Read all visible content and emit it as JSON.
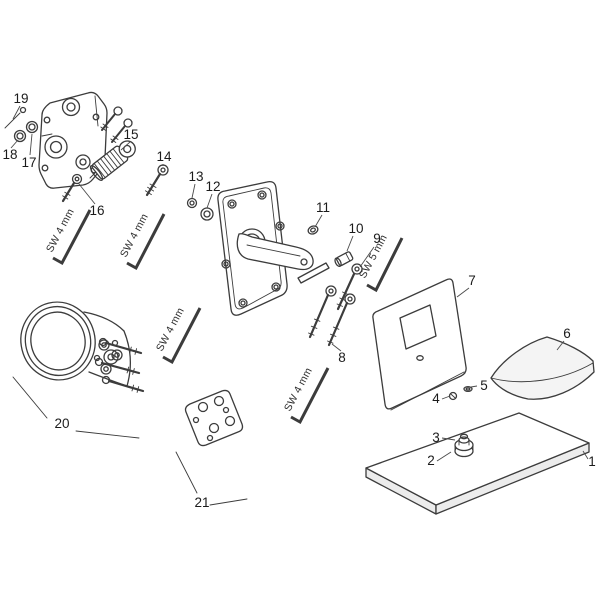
{
  "diagram": {
    "kind": "exploded-parts-diagram",
    "background_color": "#ffffff",
    "line_color": "#3c3c3c",
    "label_color": "#1b1b1b",
    "part_numbers": {
      "p1": "1",
      "p2": "2",
      "p3": "3",
      "p4": "4",
      "p5": "5",
      "p6": "6",
      "p7": "7",
      "p8": "8",
      "p9": "9",
      "p10": "10",
      "p11": "11",
      "p12": "12",
      "p13": "13",
      "p14": "14",
      "p15": "15",
      "p16": "16",
      "p17": "17",
      "p18": "18",
      "p19": "19",
      "p20": "20",
      "p21": "21"
    },
    "tool_labels": {
      "allen_key_4mm": "SW 4 mm",
      "allen_key_5mm": "SW 5 mm"
    }
  }
}
